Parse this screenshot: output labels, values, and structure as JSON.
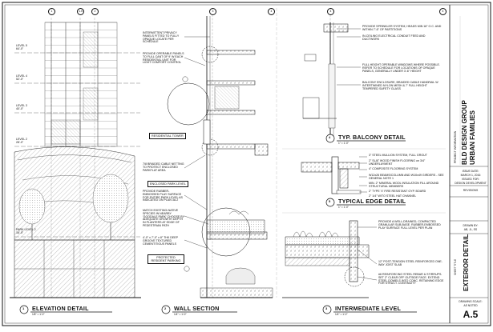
{
  "sheet": {
    "number": "A.5",
    "drawing_scale_label": "DRAWING SCALE:",
    "drawing_scale_value": "AS NOTED"
  },
  "title_block": {
    "project_info_label": "PROJECT INFORMATION",
    "firm_name": "BLD DESIGN GROUP",
    "project_name": "URBAN FAMILIES",
    "issue_date_label": "ISSUE DATE:",
    "issue_date_value": "MARCH 1, 2016",
    "issued_for_label": "ISSUED FOR:",
    "issued_for_value": "DESIGN DEVELOPMENT",
    "revisions_label": "REVISIONS",
    "drawn_by": "DRAWN BY:",
    "drawn_by_value": "AB, JL, SS",
    "sheet_title_label": "SHEET TITLE",
    "sheet_title": "EXTERIOR DETAIL"
  },
  "views": {
    "elevation": {
      "number": "1",
      "title": "ELEVATION DETAIL",
      "scale": "1/8\" = 1'-0\""
    },
    "wall_section": {
      "number": "2",
      "title": "WALL SECTION",
      "scale": "1/4\" = 1'-0\""
    },
    "intermediate": {
      "number": "3",
      "title": "INTERMEDIATE LEVEL",
      "scale": "1/4\" = 1'-0\""
    },
    "balcony": {
      "number": "4",
      "title": "TYP. BALCONY DETAIL",
      "scale": "1\" = 1'-0\""
    },
    "edge": {
      "number": "5",
      "title": "TYPICAL EDGE DETAIL",
      "scale": "1\" = 1'-0\""
    }
  },
  "levels": [
    {
      "name": "LEVEL 5",
      "elev": "64'-0\""
    },
    {
      "name": "LEVEL 4",
      "elev": "52'-0\""
    },
    {
      "name": "LEVEL 3",
      "elev": "40'-0\""
    },
    {
      "name": "LEVEL 2",
      "elev": "28'-0\""
    },
    {
      "name": "PARK LEVEL 2",
      "elev": "16'-0\""
    }
  ],
  "grid_numbers": [
    "1",
    "1.5",
    "2",
    "3",
    "4",
    "4",
    "4"
  ],
  "wall_notes": [
    "INTERMITTENT PRIVACY PANELS FITTED TO FULLY OPAQUE LOCATE PER SCHEDULE",
    "PROVIDE OPERABLE PANELS TO FULL CANT OF 9' W EACH RESIDENTIAL UNIT FOR LIGHT COMFORT CONTROL",
    "7/8 BRAIDED CABLE NETTING TO PROTECT ENCLOSED PARKFLAT AREA",
    "PROVIDE RUBBER-EMBOSSED PLAY SURFACE FOR ENTIRE PARK LEVEL AS INDICATED ON PLAN 3A.2",
    "MATCH EXISTING-NATIVE SPECIES IN NEARBY 'GOODALE PARK' CHOOSE BY ADEQUATE GROWTH DEPTH IN PLANTERS AT EDGE OF PEDESTRIAN PATH",
    "4'-0\" x 7'-0\" x 8\" THK DEEP GROOVE TEXTURED CEMENTITIOUS PANELS"
  ],
  "wall_tags": {
    "residential_tower": "RESIDENTIAL TOWER",
    "enclosed_park_level": "ENCLOSED PARK LEVEL",
    "protected_parking": "PROTECTED RESIDENT PARKING"
  },
  "balcony_notes": [
    "PROVIDE SPRINKLER SYSTEM, HEADS MIN 18\" O.C. AND WITHIN 7'-6\" OF PARTITIONS",
    "IN-CEILING ELECTRICAL CONDUIT FEED AND DUCTWORK",
    "FULL HEIGHT OPERABLE WINDOWS WHERE POSSIBLE. REFER TO SCHEDULE FOR LOCATIONS OF OPAQUE PANELS, GENERALLY UNDER 3'-6\" HEIGHT",
    "BALCONY ENCLOSURE, BRAIDED CABLE HANDRAIL W INTERTWINED NYLON MESH & 7' FULL HEIGHT TEMPERED SAFETY GLASS"
  ],
  "edge_notes": [
    "3\" STEEL MULLION SYSTEM, FULL GROUT",
    "2\" SLAT WOOD FINISH FLOORING on 3/4\" UNDERLAYMENT",
    "4\" COMPOSITE FLOORING SYSTEM",
    "W12x26 BEAMS/COLUMN AND W10x49 GIRDERS - SEE GENERAL NOTE 1",
    "MIN. 2\" MINERAL WOOL INSULATION FILL AROUND STRUCTURAL MEMBERS",
    "2\" TYPE 'X' FIRE RESISTANT GYP. BOARD",
    "2\" 1/4\" W/TO STEEL HAT CHANNEL"
  ],
  "inter_notes": [
    "PROVIDE A WELL-DRAINED, COMPACTED GRANULAR SUB-BASE. RUBBER-EMBOSSED PLAY SURFACE FULL LEVEL PER PLAN",
    "12\" POST-TENSION STEEL REINFORCED ONE-WAY JOIST SLAB",
    "#6 REINFORCING STEEL REBAR & STIRRUPS. SET 2\" CLEAR OFF OUTSIDE FACE. EXTEND STEEL DOWELS INTO CONC. RETAINING EDGE FOR STRUCT. CONTINUITY"
  ]
}
